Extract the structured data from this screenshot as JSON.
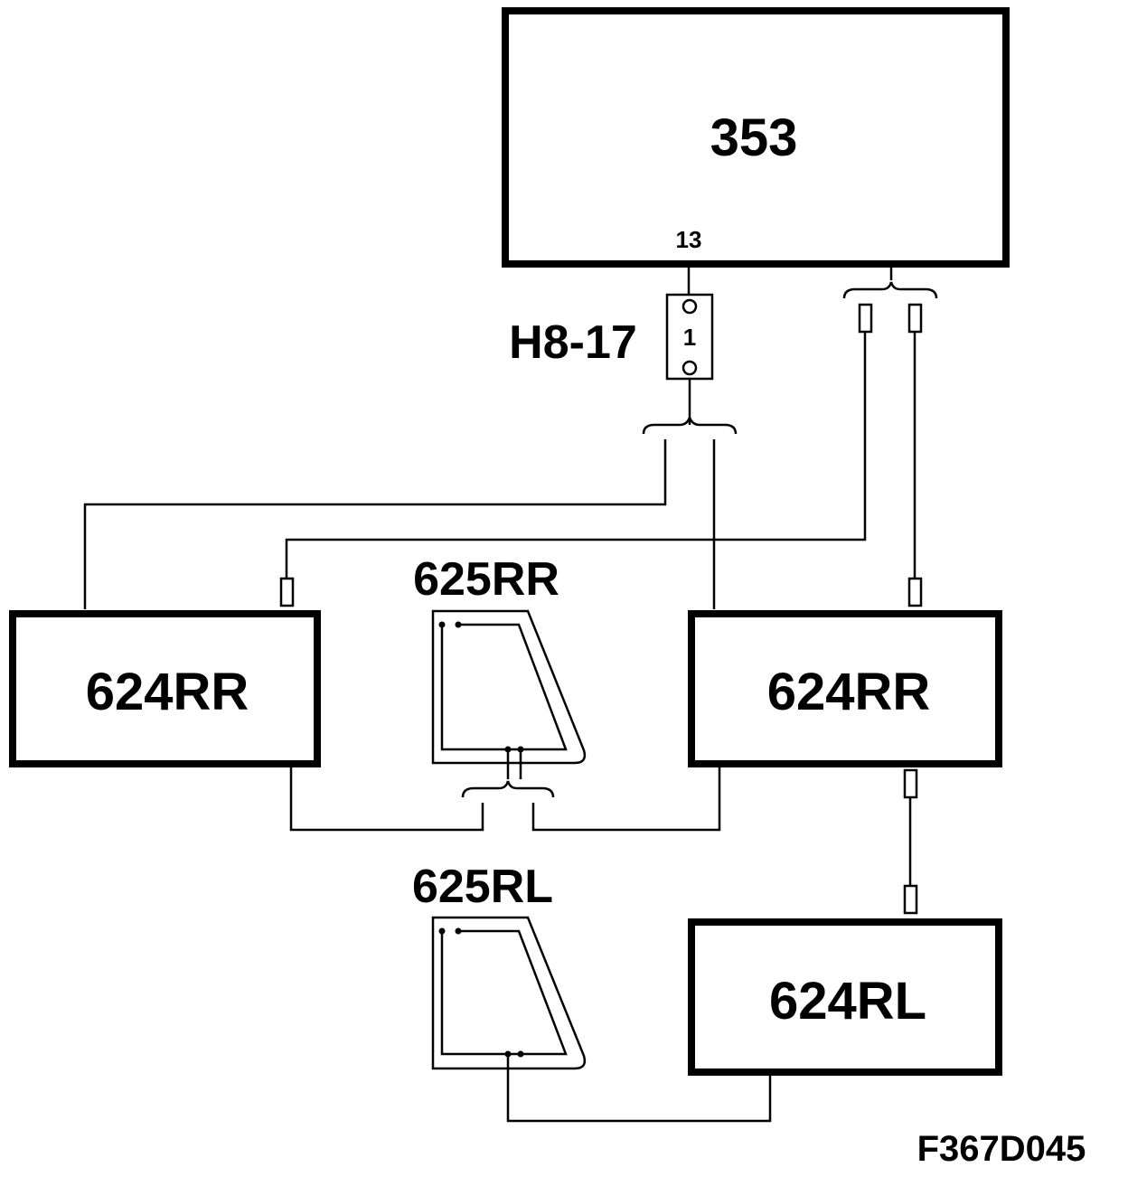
{
  "modules": {
    "main": {
      "label": "353",
      "pin_label": "13"
    },
    "rear_right_left": {
      "label": "624RR"
    },
    "rear_right_right": {
      "label": "624RR"
    },
    "rear_left": {
      "label": "624RL"
    }
  },
  "connector": {
    "label": "H8-17",
    "pin": "1"
  },
  "windows": {
    "rear_right": {
      "label": "625RR"
    },
    "rear_left": {
      "label": "625RL"
    }
  },
  "figure_code": "F367D045"
}
